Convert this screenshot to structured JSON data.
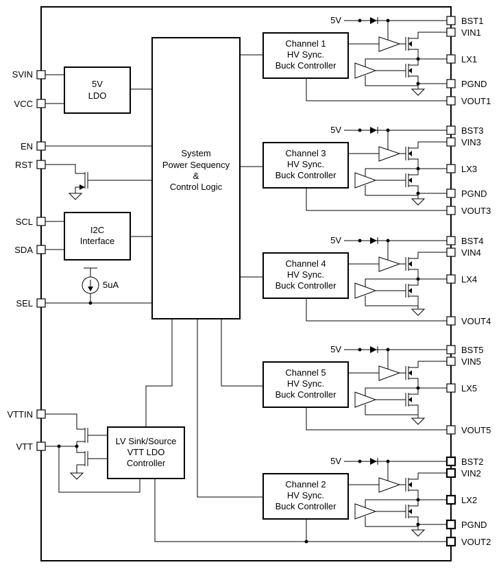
{
  "left_pins": {
    "svin": "SVIN",
    "vcc": "VCC",
    "en": "EN",
    "rst": "RST",
    "scl": "SCL",
    "sda": "SDA",
    "sel": "SEL",
    "vttin": "VTTIN",
    "vtt": "VTT"
  },
  "blocks": {
    "ldo": [
      "5V",
      "LDO"
    ],
    "i2c": [
      "I2C",
      "Interface"
    ],
    "system": [
      "System",
      "Power Sequency",
      "&",
      "Control Logic"
    ],
    "vtt_ldo": [
      "LV Sink/Source",
      "VTT LDO",
      "Controller"
    ]
  },
  "current_source_label": "5uA",
  "supply_label": "5V",
  "channels": [
    {
      "lines": [
        "Channel 1",
        "HV Sync.",
        "Buck Controller"
      ],
      "bst": "BST1",
      "vin": "VIN1",
      "lx": "LX1",
      "pgnd": "PGND",
      "vout": "VOUT1"
    },
    {
      "lines": [
        "Channel 3",
        "HV Sync.",
        "Buck Controller"
      ],
      "bst": "BST3",
      "vin": "VIN3",
      "lx": "LX3",
      "pgnd": "PGND",
      "vout": "VOUT3"
    },
    {
      "lines": [
        "Channel 4",
        "HV Sync.",
        "Buck Controller"
      ],
      "bst": "BST4",
      "vin": "VIN4",
      "lx": "LX4",
      "pgnd": "",
      "vout": "VOUT4"
    },
    {
      "lines": [
        "Channel 5",
        "HV Sync.",
        "Buck Controller"
      ],
      "bst": "BST5",
      "vin": "VIN5",
      "lx": "LX5",
      "pgnd": "",
      "vout": "VOUT5"
    },
    {
      "lines": [
        "Channel 2",
        "HV Sync.",
        "Buck Controller"
      ],
      "bst": "BST2",
      "vin": "VIN2",
      "lx": "LX2",
      "pgnd": "PGND",
      "vout": "VOUT2"
    }
  ]
}
